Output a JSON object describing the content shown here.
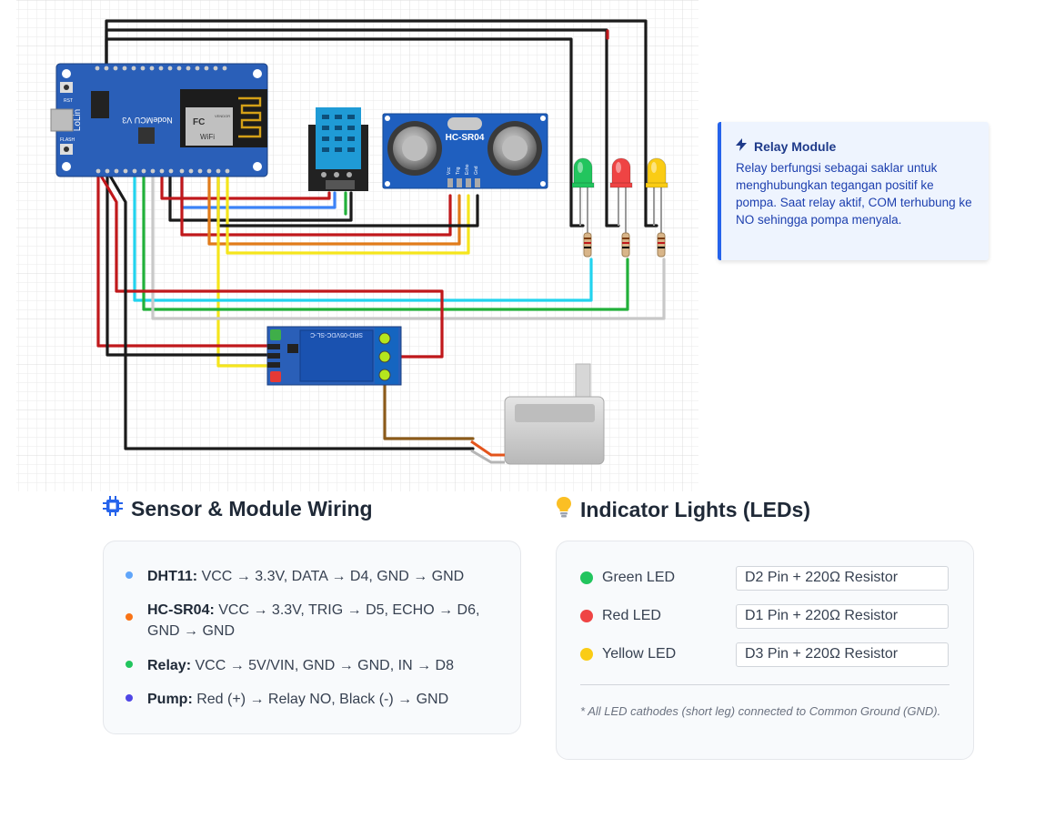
{
  "diagram": {
    "board": {
      "brand": "LoLin",
      "model": "NodeMCU V3",
      "rst_label": "RST",
      "flash_label": "FLASH"
    },
    "wifi_module": {
      "brand": "FC",
      "badge": "WiFi",
      "vendor": "VENDOR"
    },
    "ultrasonic": {
      "label": "HC-SR04",
      "pins": [
        "Vcc",
        "Trig",
        "Echo",
        "Gnd"
      ]
    },
    "relay": {
      "label": "SRD-05VDC-SL-C"
    },
    "leds": [
      {
        "color": "#22c55e"
      },
      {
        "color": "#ef4444"
      },
      {
        "color": "#facc15"
      }
    ],
    "wire_colors": {
      "black": "#1a1a1a",
      "red": "#c0181b",
      "blue": "#3b82f6",
      "orange": "#e07b1a",
      "yellow": "#f5e51c",
      "cyan": "#22d3ee",
      "green": "#22b03a",
      "grey": "#c8c8c8",
      "brown": "#8b5a1a"
    }
  },
  "relay_card": {
    "icon": "lightning-icon",
    "title": "Relay Module",
    "body": "Relay berfungsi sebagai saklar untuk menghubungkan tegangan positif ke pompa. Saat relay aktif, COM terhubung ke NO sehingga pompa menyala."
  },
  "wiring_section": {
    "icon": "chip-icon",
    "title": "Sensor & Module Wiring",
    "items": [
      {
        "label": "DHT11:",
        "text": " VCC → 3.3V, DATA → D4, GND → GND",
        "dot_color": "#60a5fa"
      },
      {
        "label": "HC-SR04:",
        "text": " VCC → 3.3V, TRIG → D5, ECHO → D6, GND → GND",
        "dot_color": "#f97316"
      },
      {
        "label": "Relay:",
        "text": " VCC → 5V/VIN, GND → GND, IN → D8",
        "dot_color": "#22c55e"
      },
      {
        "label": "Pump:",
        "text": " Red (+) → Relay NO, Black (-) → GND",
        "dot_color": "#4f46e5"
      }
    ]
  },
  "led_section": {
    "icon": "lightbulb-icon",
    "title": "Indicator Lights (LEDs)",
    "rows": [
      {
        "name": "Green LED",
        "pin": "D2 Pin + 220Ω Resistor",
        "color": "#22c55e"
      },
      {
        "name": "Red LED",
        "pin": "D1 Pin + 220Ω Resistor",
        "color": "#ef4444"
      },
      {
        "name": "Yellow LED",
        "pin": "D3 Pin + 220Ω Resistor",
        "color": "#facc15"
      }
    ],
    "note": "* All LED cathodes (short leg) connected to Common Ground (GND)."
  }
}
